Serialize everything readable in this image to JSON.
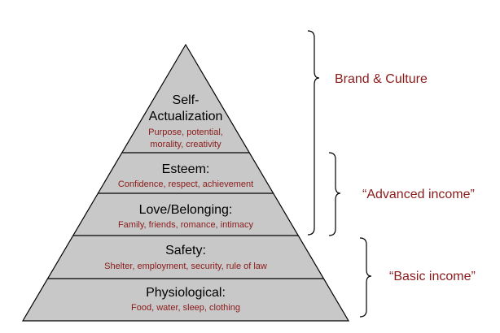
{
  "colors": {
    "pyramid_fill": "#c8c8c8",
    "pyramid_stroke": "#000000",
    "title_text": "#000000",
    "accent_text": "#8b1a1a"
  },
  "tiers": [
    {
      "id": "self-actualization",
      "title_lines": [
        "Self-",
        "Actualization"
      ],
      "desc_lines": [
        "Purpose, potential,",
        "morality, creativity"
      ]
    },
    {
      "id": "esteem",
      "title_lines": [
        "Esteem:"
      ],
      "desc_lines": [
        "Confidence, respect,  achievement"
      ]
    },
    {
      "id": "love-belonging",
      "title_lines": [
        "Love/Belonging:"
      ],
      "desc_lines": [
        "Family, friends,  romance, intimacy"
      ]
    },
    {
      "id": "safety",
      "title_lines": [
        "Safety:"
      ],
      "desc_lines": [
        "Shelter, employment, security, rule of law"
      ]
    },
    {
      "id": "physiological",
      "title_lines": [
        "Physiological:"
      ],
      "desc_lines": [
        "Food, water, sleep, clothing"
      ]
    }
  ],
  "brackets": [
    {
      "id": "brand-culture",
      "label": "Brand & Culture"
    },
    {
      "id": "advanced-income",
      "label": "“Advanced income”"
    },
    {
      "id": "basic-income",
      "label": "“Basic income”"
    }
  ]
}
